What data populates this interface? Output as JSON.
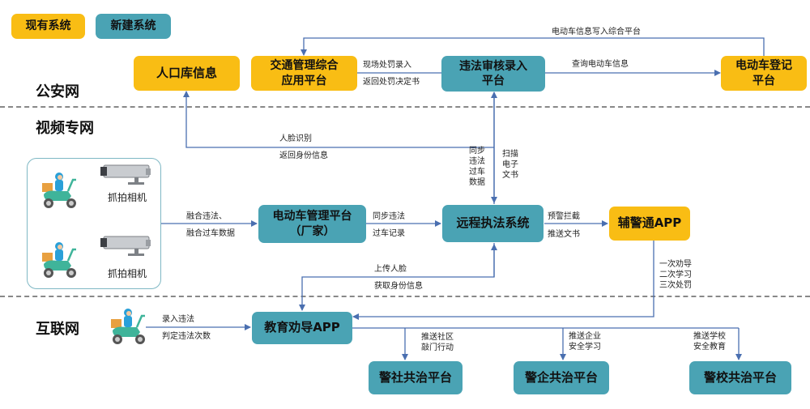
{
  "legend": {
    "existing": "现有系统",
    "new": "新建系统"
  },
  "zones": {
    "police": "公安网",
    "video": "视频专网",
    "internet": "互联网"
  },
  "boxes": {
    "population": "人口库信息",
    "traffic_line1": "交通管理综合",
    "traffic_line2": "应用平台",
    "violation_line1": "违法审核录入",
    "violation_line2": "平台",
    "ebike_reg_line1": "电动车登记",
    "ebike_reg_line2": "平台",
    "ebike_mgmt_line1": "电动车管理平台",
    "ebike_mgmt_line2": "（厂家）",
    "remote": "远程执法系统",
    "auxiliary": "辅警通APP",
    "education": "教育劝导APP",
    "community": "警社共治平台",
    "enterprise": "警企共治平台",
    "school": "警校共治平台"
  },
  "camera_labels": [
    "抓拍相机",
    "抓拍相机"
  ],
  "labels": {
    "write_platform": "电动车信息写入综合平台",
    "onsite_penalty": "现场处罚录入",
    "return_decision": "返回处罚决定书",
    "query_ebike": "查询电动车信息",
    "face_recognition": "人脸识别",
    "return_identity": "返回身份信息",
    "sync_violation": [
      "同步",
      "违法",
      "过车",
      "数据"
    ],
    "scan_doc": [
      "扫描",
      "电子",
      "文书"
    ],
    "fuse_violation": "融合违法、",
    "fuse_passing": "融合过车数据",
    "sync_illegal": "同步违法",
    "passing_record": "过车记录",
    "warning_intercept": "预警拦截",
    "push_doc": "推送文书",
    "upload_face": "上传人脸",
    "get_identity": "获取身份信息",
    "first_second_third": [
      "一次劝导",
      "二次学习",
      "三次处罚"
    ],
    "enter_violation": "录入违法",
    "judge_count": "判定违法次数",
    "push_community_1": "推送社区",
    "push_community_2": "敲门行动",
    "push_enterprise_1": "推送企业",
    "push_enterprise_2": "安全学习",
    "push_school_1": "推送学校",
    "push_school_2": "安全教育"
  },
  "colors": {
    "existing": "#f9bd14",
    "new": "#4aa3b4",
    "line": "#4a6fb0"
  }
}
